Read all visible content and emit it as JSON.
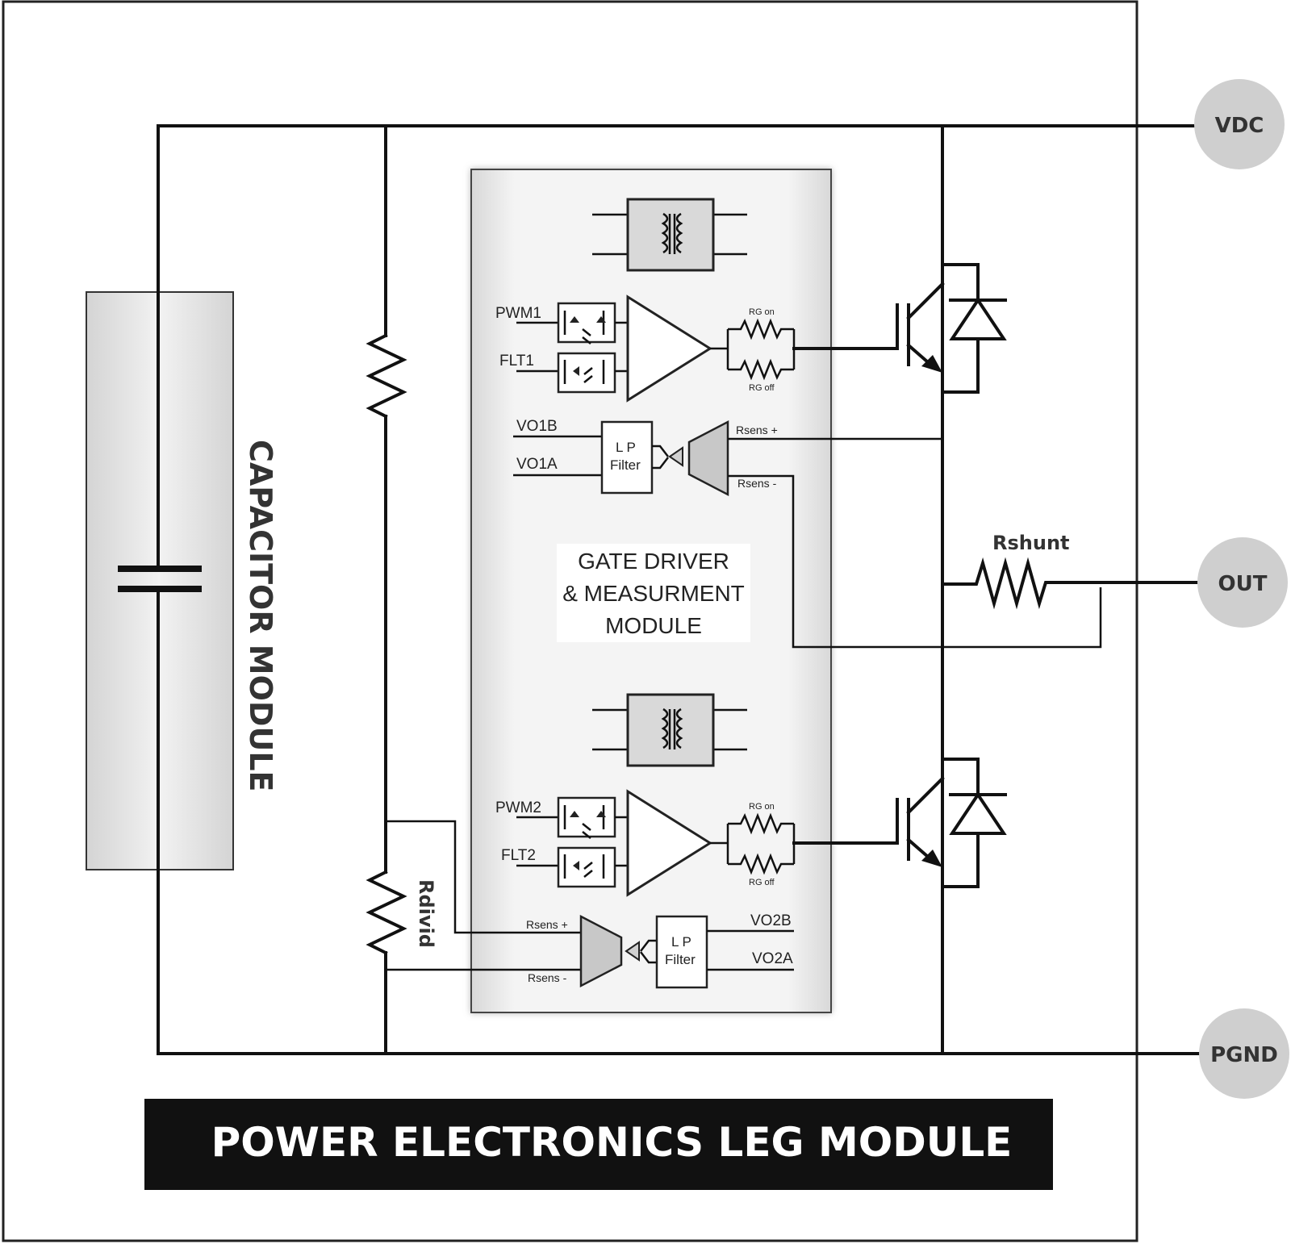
{
  "terminals": {
    "vdc": "VDC",
    "out": "OUT",
    "pgnd": "PGND"
  },
  "capacitor_module": {
    "label": "CAPACITOR MODULE"
  },
  "gate_driver": {
    "title_line1": "GATE DRIVER",
    "title_line2": "& MEASURMENT",
    "title_line3": "MODULE"
  },
  "upper_channel": {
    "pwm": "PWM1",
    "flt": "FLT1",
    "rg_on": "RG on",
    "rg_off": "RG off",
    "vo_b": "VO1B",
    "vo_a": "VO1A",
    "rsens_plus": "Rsens +",
    "rsens_minus": "Rsens -",
    "filter_l1": "L P",
    "filter_l2": "Filter"
  },
  "lower_channel": {
    "pwm": "PWM2",
    "flt": "FLT2",
    "rg_on": "RG on",
    "rg_off": "RG off",
    "vo_b": "VO2B",
    "vo_a": "VO2A",
    "rsens_plus": "Rsens +",
    "rsens_minus": "Rsens -",
    "filter_l1": "L P",
    "filter_l2": "Filter"
  },
  "shunt": {
    "label": "Rshunt"
  },
  "divider": {
    "label": "Rdivid"
  },
  "module_title": "POWER ELECTRONICS LEG MODULE",
  "colors": {
    "panel_gray": "#dcdcdc",
    "terminal_gray": "#cfcfcf",
    "banner_black": "#111111"
  }
}
